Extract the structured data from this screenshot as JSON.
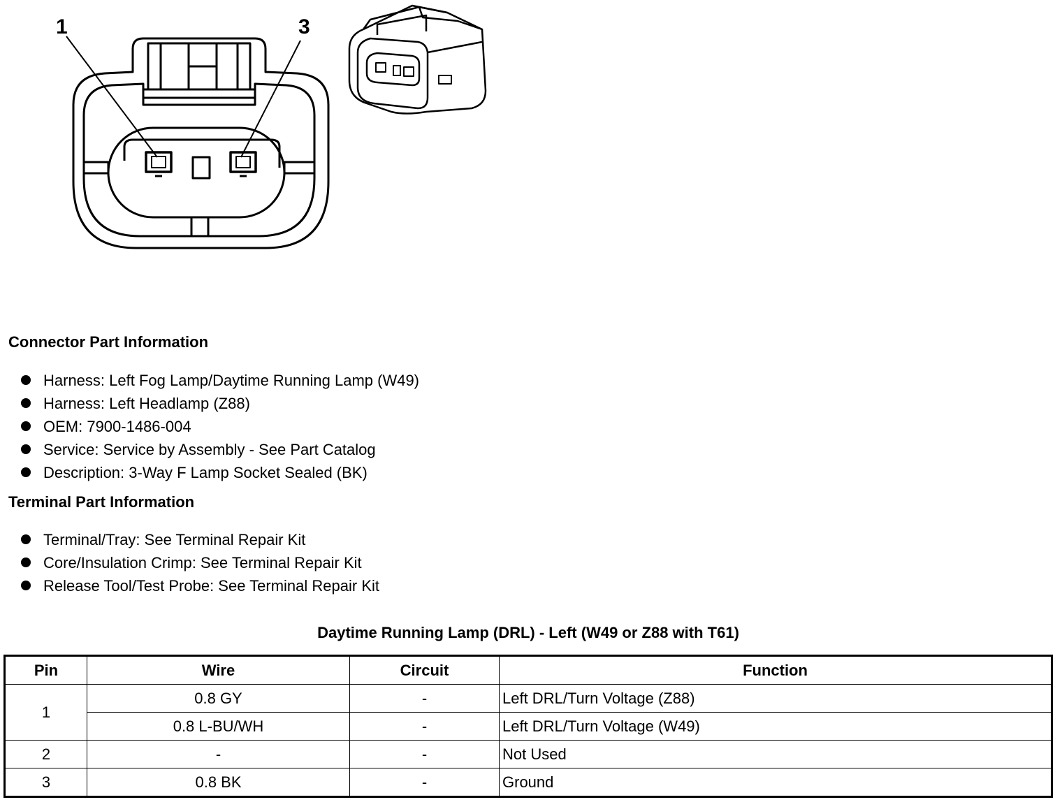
{
  "figure": {
    "pin_labels": [
      "1",
      "3"
    ]
  },
  "connector_info": {
    "heading": "Connector Part Information",
    "items": [
      "Harness: Left Fog Lamp/Daytime Running Lamp (W49)",
      "Harness: Left Headlamp (Z88)",
      "OEM: 7900-1486-004",
      "Service: Service by Assembly - See Part Catalog",
      "Description: 3-Way F Lamp Socket Sealed (BK)"
    ]
  },
  "terminal_info": {
    "heading": "Terminal Part Information",
    "items": [
      "Terminal/Tray: See Terminal Repair Kit",
      "Core/Insulation Crimp: See Terminal Repair Kit",
      "Release Tool/Test Probe: See Terminal Repair Kit"
    ]
  },
  "pin_table": {
    "title": "Daytime Running Lamp (DRL) - Left (W49 or Z88 with T61)",
    "headers": [
      "Pin",
      "Wire",
      "Circuit",
      "Function"
    ],
    "rows": [
      {
        "pin": "1",
        "wire": "0.8 GY",
        "circuit": "-",
        "function": "Left DRL/Turn Voltage (Z88)"
      },
      {
        "pin": "",
        "wire": "0.8 L-BU/WH",
        "circuit": "-",
        "function": "Left DRL/Turn Voltage (W49)"
      },
      {
        "pin": "2",
        "wire": "-",
        "circuit": "-",
        "function": "Not Used"
      },
      {
        "pin": "3",
        "wire": "0.8 BK",
        "circuit": "-",
        "function": "Ground"
      }
    ]
  }
}
